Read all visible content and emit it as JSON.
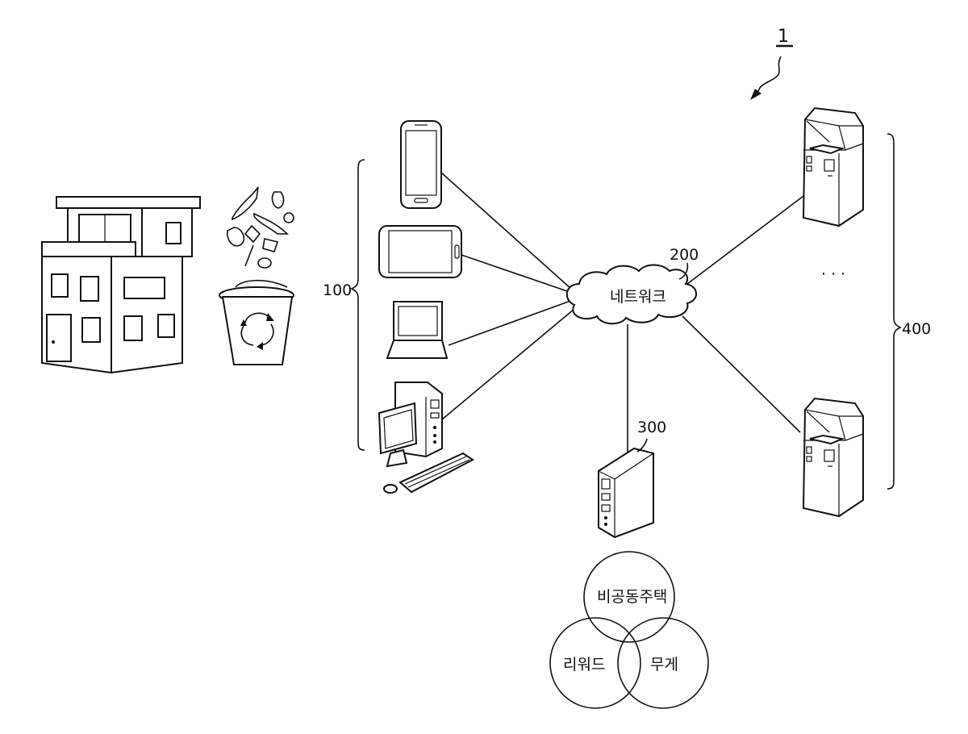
{
  "diagram": {
    "figure_ref": "1",
    "device_group_ref": "100",
    "network_ref": "200",
    "network_label": "네트워크",
    "server_ref": "300",
    "kiosk_group_ref": "400",
    "ellipsis": "· · ·",
    "venn": {
      "top": "비공동주택",
      "left": "리워드",
      "right": "무게"
    }
  }
}
